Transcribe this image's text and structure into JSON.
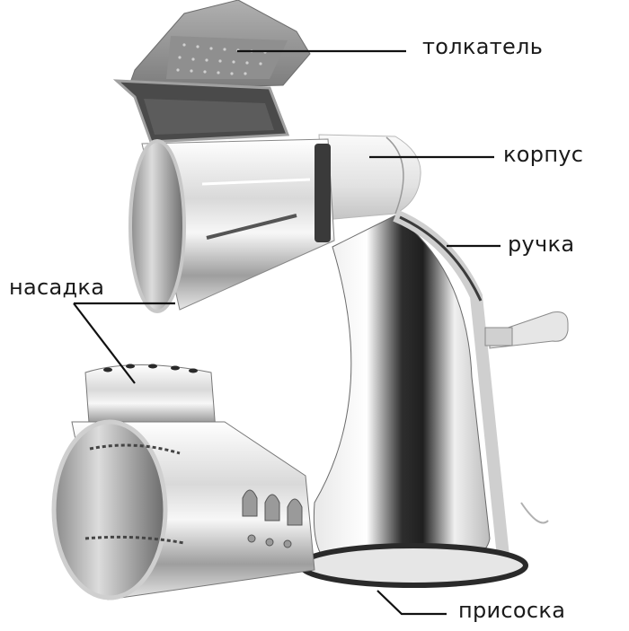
{
  "diagram": {
    "subject": "rotary drum grater",
    "labels": {
      "pusher": "толкатель",
      "body": "корпус",
      "handle": "ручка",
      "drum_attachment": "насадка",
      "suction_cup": "присоска"
    },
    "colors": {
      "background": "#ffffff",
      "text": "#1a1a1a",
      "leader_line": "#111111",
      "chrome_light": "#f2f2f2",
      "chrome_mid": "#bdbdbd",
      "chrome_dark": "#3a3a3a",
      "pusher_gray": "#9a9a9a"
    }
  }
}
